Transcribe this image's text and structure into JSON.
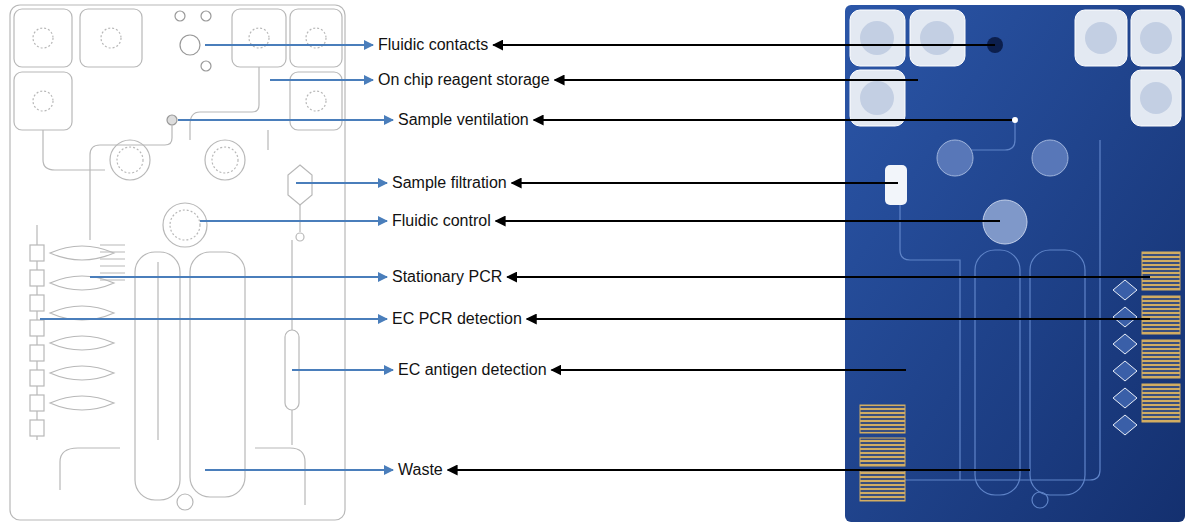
{
  "diagram": {
    "labels": [
      "Fluidic contacts",
      "On chip reagent storage",
      "Sample ventilation",
      "Sample filtration",
      "Fluidic control",
      "Stationary PCR",
      "EC PCR detection",
      "EC antigen detection",
      "Waste"
    ]
  }
}
